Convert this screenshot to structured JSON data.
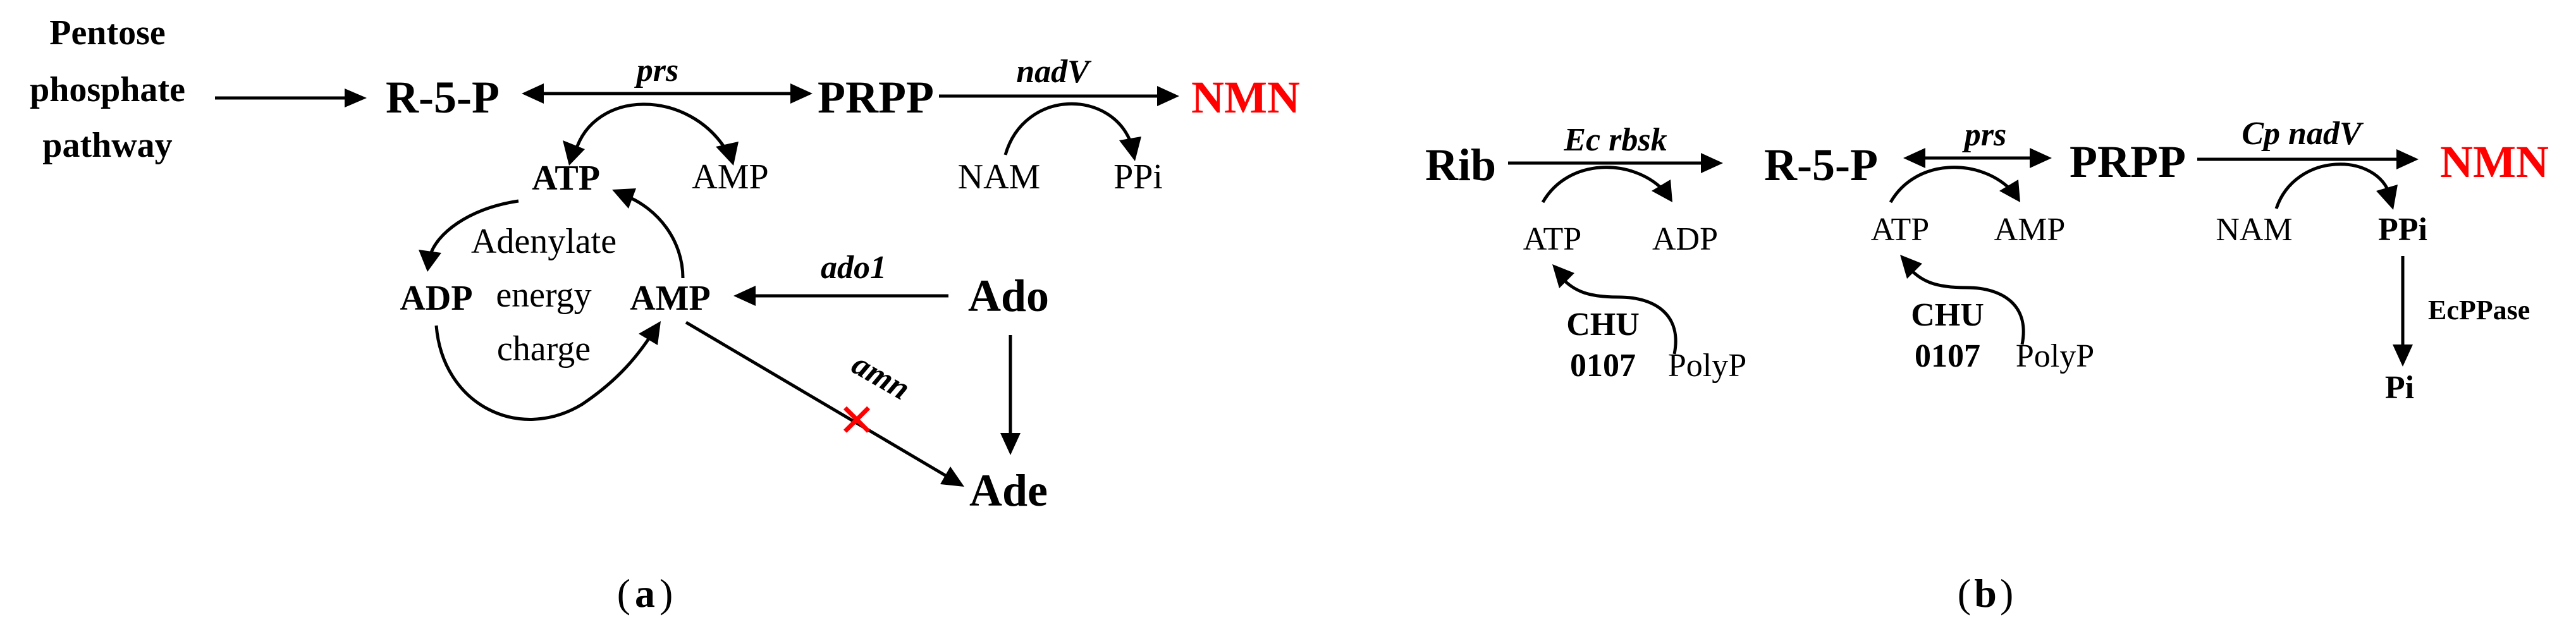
{
  "colors": {
    "highlight": "#ff0000",
    "stroke": "#000000",
    "background": "#ffffff"
  },
  "panel_a": {
    "label_letter": "a",
    "source_line1": "Pentose",
    "source_line2": "phosphate",
    "source_line3": "pathway",
    "r5p": "R-5-P",
    "prpp": "PRPP",
    "nmn": "NMN",
    "prs": "prs",
    "nadv": "nadV",
    "atp": "ATP",
    "amp_top": "AMP",
    "nam": "NAM",
    "ppi": "PPi",
    "adp": "ADP",
    "amp_mid": "AMP",
    "center_line1": "Adenylate",
    "center_line2": "energy",
    "center_line3": "charge",
    "ado1": "ado1",
    "ado": "Ado",
    "amn": "amn",
    "ade": "Ade",
    "knockout_mark": "✕"
  },
  "panel_b": {
    "label_letter": "b",
    "rib": "Rib",
    "ec_rbsk": "Ec rbsk",
    "r5p": "R-5-P",
    "prs": "prs",
    "prpp": "PRPP",
    "cp_nadv": "Cp nadV",
    "nmn": "NMN",
    "atp1": "ATP",
    "adp1": "ADP",
    "chu1_line1": "CHU",
    "chu1_line2": "0107",
    "polyp1": "PolyP",
    "atp2": "ATP",
    "amp2": "AMP",
    "chu2_line1": "CHU",
    "chu2_line2": "0107",
    "polyp2": "PolyP",
    "nam": "NAM",
    "ppi": "PPi",
    "ecppase": "EcPPase",
    "pi": "Pi"
  }
}
